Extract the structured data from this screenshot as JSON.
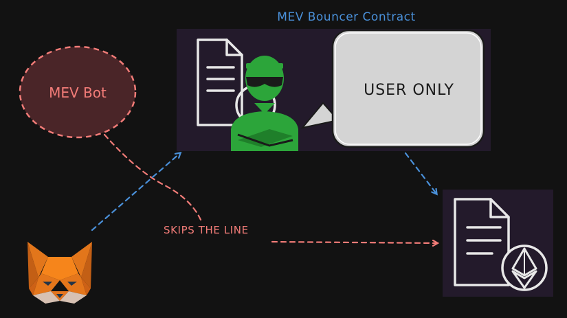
{
  "title": "MEV Bouncer Contract",
  "mev_bot_label": "MEV Bot",
  "speech_bubble_text": "USER ONLY",
  "skip_label": "SKIPS THE LINE",
  "icons": {
    "bouncer": "bouncer-guard-icon",
    "contract_doc": "document-icon",
    "target_contract": "ethereum-contract-icon",
    "wallet": "metamask-fox-icon"
  },
  "colors": {
    "background": "#121212",
    "panel": "#231a2b",
    "blue": "#4a90d9",
    "red": "#f27c78",
    "green": "#2ca53a",
    "bot_fill": "#4a2528",
    "bubble_fill": "#d4d4d4",
    "line_white": "#e8e8e8",
    "fox_orange": "#e2761b"
  }
}
